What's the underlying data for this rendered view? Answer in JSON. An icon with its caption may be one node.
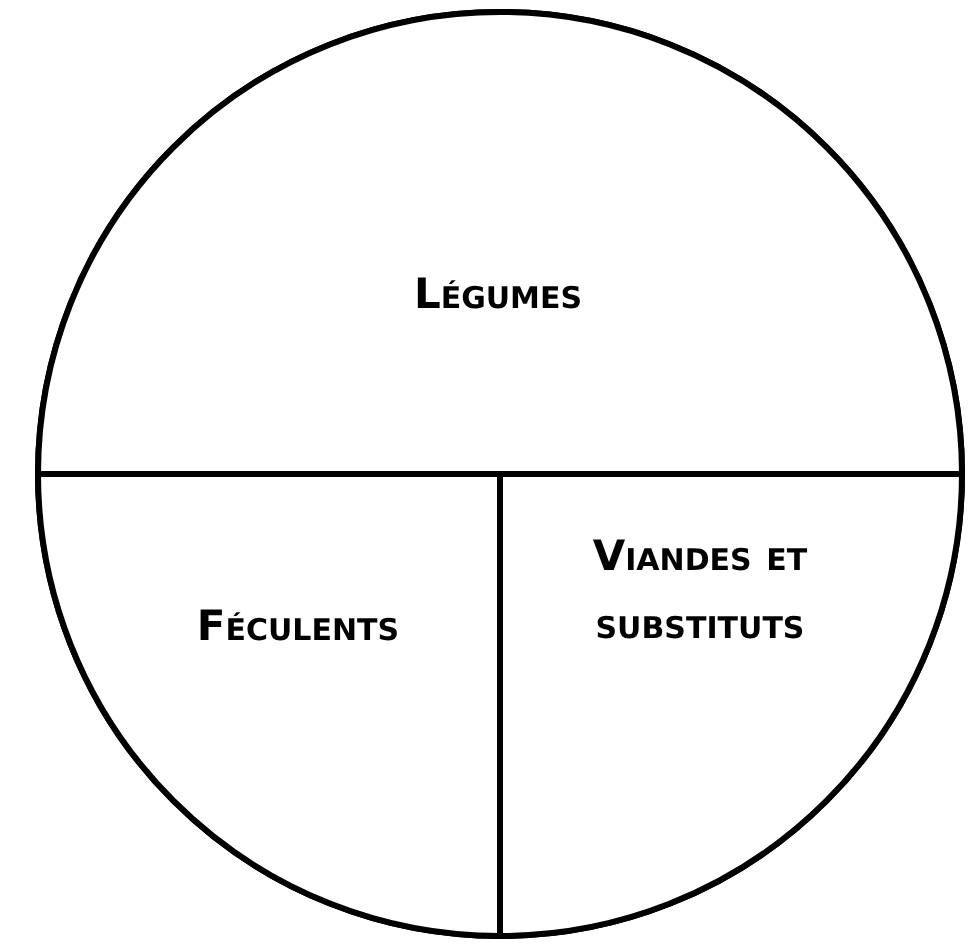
{
  "diagram": {
    "nodes": [
      {
        "text": [],
        "shape": "circle"
      },
      {
        "text": [
          "Légumes"
        ],
        "in": 0
      },
      {
        "text": [
          "Féculents"
        ],
        "in": 0
      },
      {
        "text": [
          "Viandes et substituts"
        ],
        "in": 0
      }
    ]
  }
}
